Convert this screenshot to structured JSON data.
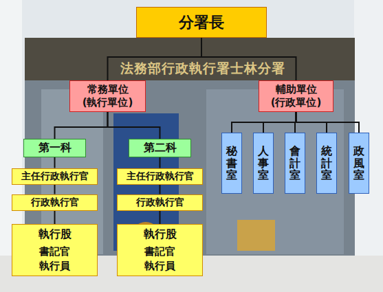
{
  "diagram": {
    "nodes": [
      {
        "text": [
          "分署長"
        ]
      },
      {
        "text": [
          "常務單位 (執行單位)"
        ]
      },
      {
        "text": [
          "輔助單位 (行政單位)"
        ]
      },
      {
        "text": [
          "第一科"
        ]
      },
      {
        "text": [
          "第二科"
        ]
      },
      {
        "text": [
          "主任行政執行官"
        ]
      },
      {
        "text": [
          "主任行政執行官"
        ]
      },
      {
        "text": [
          "行政執行官"
        ]
      },
      {
        "text": [
          "行政執行官"
        ]
      },
      {
        "text": [
          "執行股",
          "書記官 執行員"
        ]
      },
      {
        "text": [
          "執行股",
          "書記官 執行員"
        ]
      },
      {
        "text": [
          "秘書室"
        ]
      },
      {
        "text": [
          "人事室"
        ]
      },
      {
        "text": [
          "會計室"
        ]
      },
      {
        "text": [
          "統計室"
        ]
      },
      {
        "text": [
          "政風室"
        ]
      }
    ],
    "edges": [
      {
        "from": 0,
        "to": 1,
        "arrow": "none"
      },
      {
        "from": 0,
        "to": 2,
        "arrow": "none"
      },
      {
        "from": 1,
        "to": 3,
        "arrow": "none"
      },
      {
        "from": 1,
        "to": 4,
        "arrow": "none"
      },
      {
        "from": 3,
        "to": 5,
        "arrow": "none"
      },
      {
        "from": 5,
        "to": 7,
        "arrow": "none"
      },
      {
        "from": 7,
        "to": 9,
        "arrow": "none"
      },
      {
        "from": 4,
        "to": 6,
        "arrow": "none"
      },
      {
        "from": 6,
        "to": 8,
        "arrow": "none"
      },
      {
        "from": 8,
        "to": 10,
        "arrow": "none"
      },
      {
        "from": 2,
        "to": 11,
        "arrow": "none"
      },
      {
        "from": 2,
        "to": 12,
        "arrow": "none"
      },
      {
        "from": 2,
        "to": 13,
        "arrow": "none"
      },
      {
        "from": 2,
        "to": 14,
        "arrow": "none"
      },
      {
        "from": 2,
        "to": 15,
        "arrow": "none"
      }
    ],
    "labels": [
      "法務部行政執行署士林分署"
    ]
  }
}
